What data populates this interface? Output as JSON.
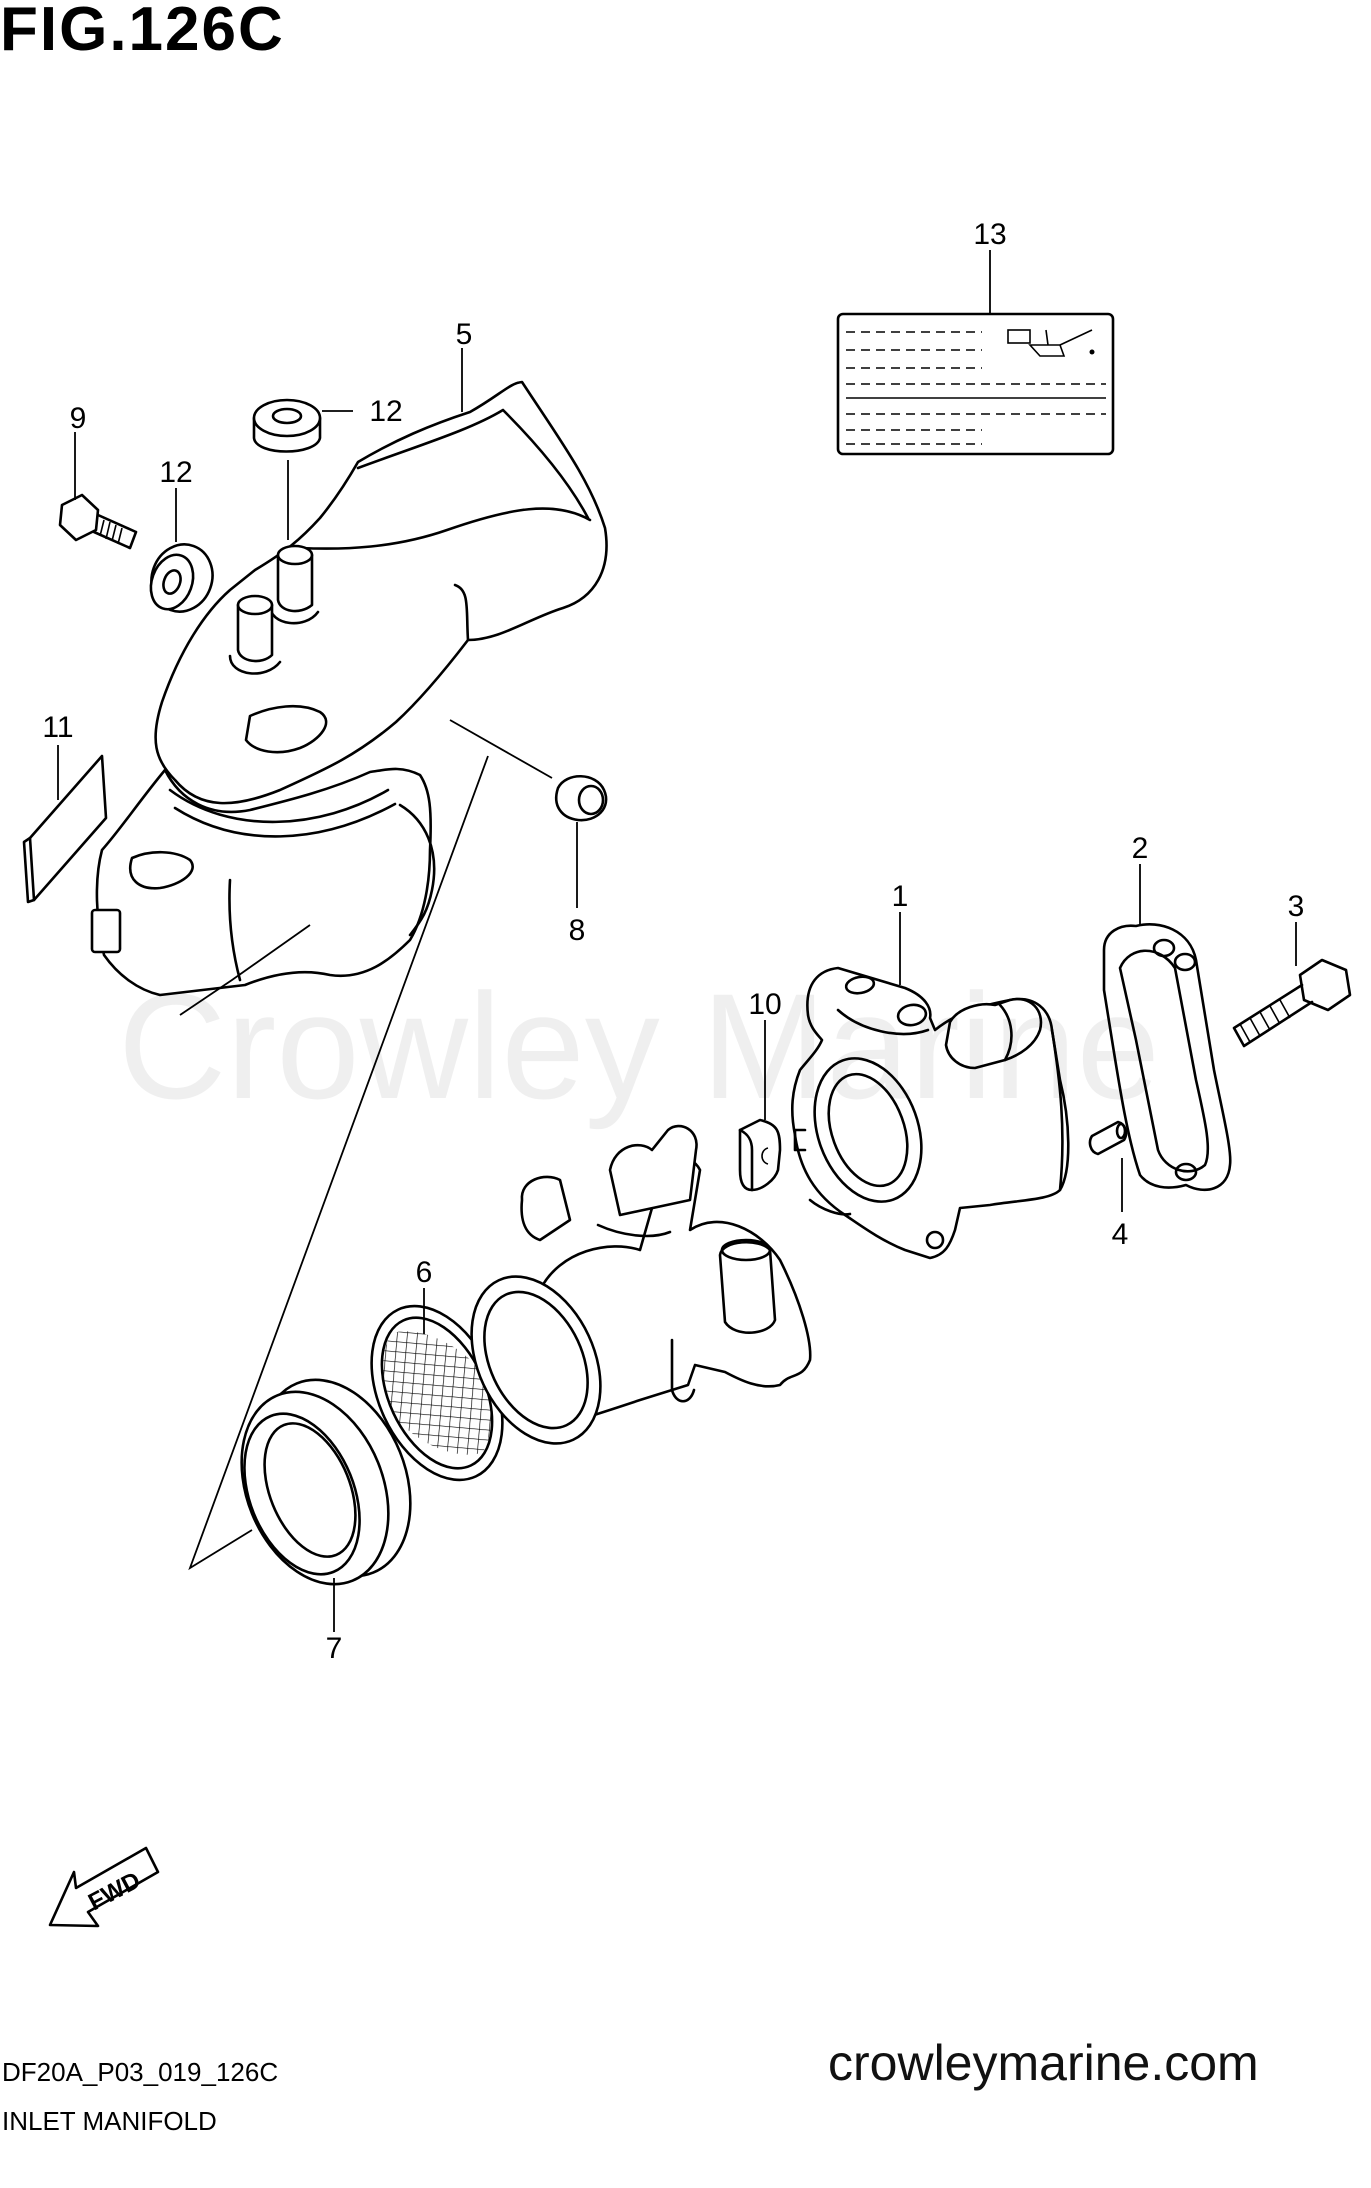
{
  "figure": {
    "title": "FIG.126C",
    "code": "DF20A_P03_019_126C",
    "section": "INLET MANIFOLD",
    "website": "crowleymarine.com",
    "watermark": "Crowley Marine",
    "fwd_label": "FWD"
  },
  "callouts": [
    {
      "id": "1",
      "part": "inlet-manifold"
    },
    {
      "id": "2",
      "part": "manifold-gasket"
    },
    {
      "id": "3",
      "part": "manifold-bolt"
    },
    {
      "id": "4",
      "part": "dowel-pin"
    },
    {
      "id": "5",
      "part": "intake-silencer-case"
    },
    {
      "id": "6",
      "part": "screen"
    },
    {
      "id": "7",
      "part": "seal-ring"
    },
    {
      "id": "8",
      "part": "grommet"
    },
    {
      "id": "9",
      "part": "silencer-bolt"
    },
    {
      "id": "10",
      "part": "clip"
    },
    {
      "id": "11",
      "part": "sponge-pad"
    },
    {
      "id": "12",
      "part": "grommet-pair"
    },
    {
      "id": "13",
      "part": "caution-label"
    }
  ]
}
